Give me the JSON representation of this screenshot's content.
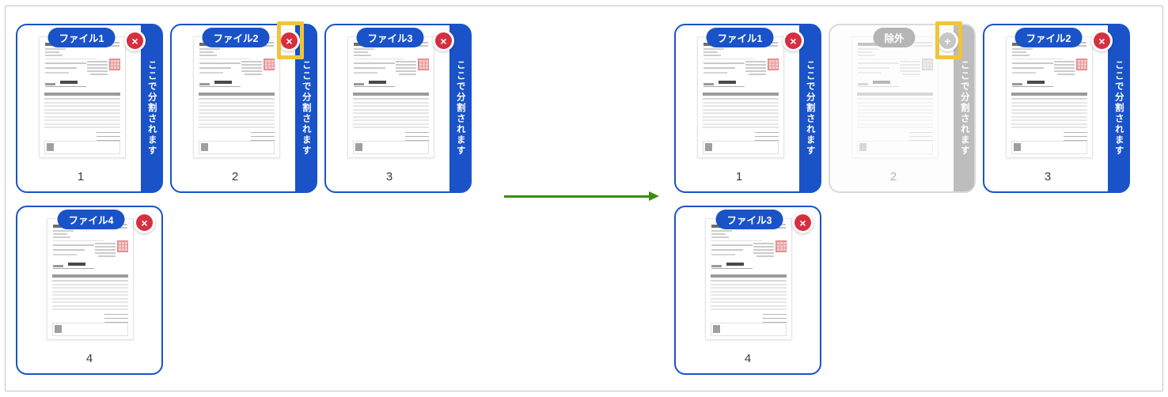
{
  "labels": {
    "split_marker": "ここで分割されます"
  },
  "icons": {
    "close": "×",
    "add": "+"
  },
  "colors": {
    "primary_blue": "#1a53c8",
    "danger_red": "#d53040",
    "highlight_gold": "#f0c53c",
    "arrow_green": "#3b8c10",
    "excluded_gray": "#bdbdbd"
  },
  "before_panel": {
    "cards": [
      {
        "label": "ファイル1",
        "page": "1"
      },
      {
        "label": "ファイル2",
        "page": "2"
      },
      {
        "label": "ファイル3",
        "page": "3"
      },
      {
        "label": "ファイル4",
        "page": "4"
      }
    ]
  },
  "after_panel": {
    "cards": [
      {
        "label": "ファイル1",
        "page": "1"
      },
      {
        "label": "除外",
        "page": "2"
      },
      {
        "label": "ファイル2",
        "page": "3"
      },
      {
        "label": "ファイル3",
        "page": "4"
      }
    ]
  }
}
